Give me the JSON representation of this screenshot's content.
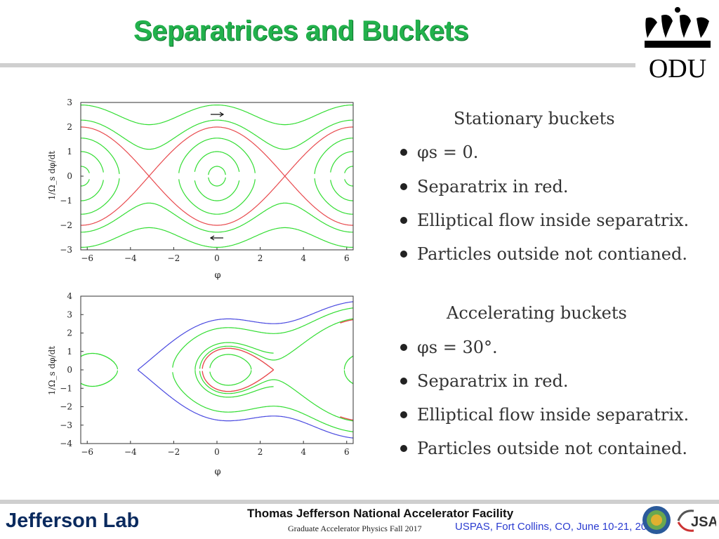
{
  "title": "Separatrices and Buckets",
  "logo": {
    "text": "ODU"
  },
  "plots": {
    "ylabel": "1/Ω_s dφ/dt",
    "xlabel": "φ",
    "top": {
      "xticks": [
        "−6",
        "−4",
        "−2",
        "0",
        "2",
        "4",
        "6"
      ],
      "yticks": [
        "3",
        "2",
        "1",
        "0",
        "−1",
        "−2",
        "−3"
      ]
    },
    "bottom": {
      "xticks": [
        "−6",
        "−4",
        "−2",
        "0",
        "2",
        "4",
        "6"
      ],
      "yticks": [
        "4",
        "3",
        "2",
        "1",
        "0",
        "−1",
        "−2",
        "−3",
        "−4"
      ]
    },
    "colors": {
      "separatrix": "#e8494d",
      "flow": "#33dd33",
      "outer": "#4a4ae0"
    }
  },
  "stationary": {
    "heading": "Stationary buckets",
    "items": [
      "φs = 0.",
      "Separatrix in red.",
      "Elliptical flow inside separatrix.",
      "Particles outside not contianed."
    ]
  },
  "accelerating": {
    "heading": "Accelerating buckets",
    "items": [
      "φs = 30°.",
      "Separatrix in red.",
      "Elliptical flow inside separatrix.",
      "Particles outside not contained."
    ]
  },
  "footer": {
    "lab": "Jefferson Lab",
    "facility": "Thomas Jefferson National Accelerator Facility",
    "course": "Graduate Accelerator Physics Fall 2017",
    "uspas": "USPAS, Fort Collins, CO, June 10-21, 2013"
  }
}
